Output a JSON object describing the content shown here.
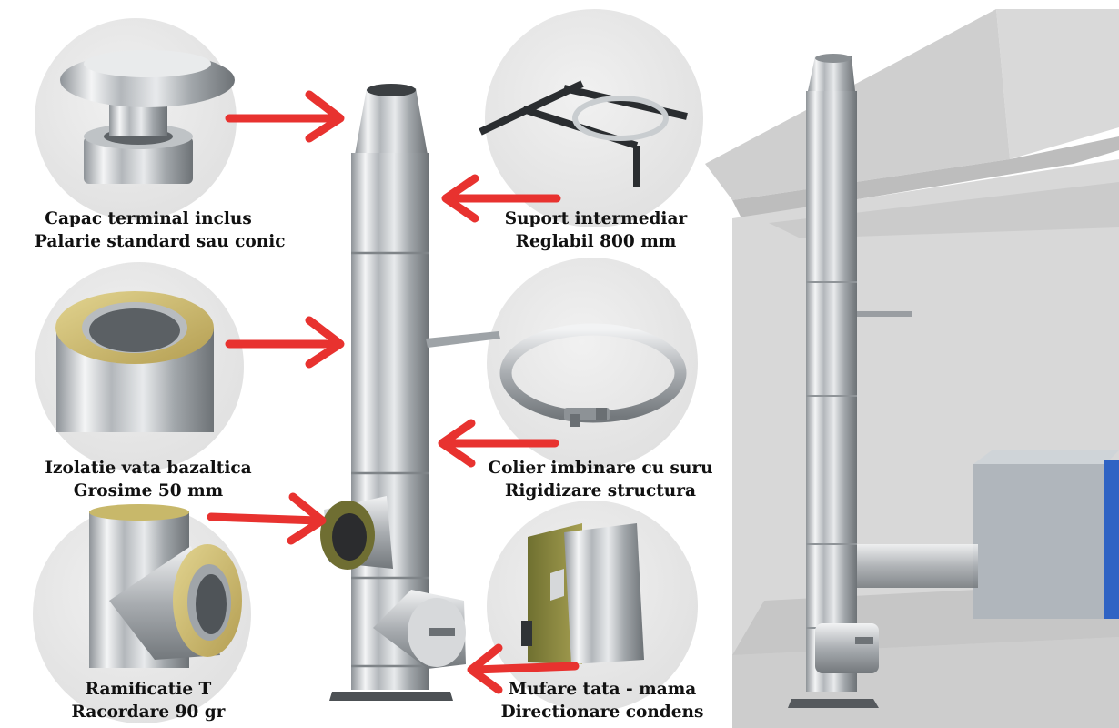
{
  "features": [
    {
      "title": "Capac terminal inclus",
      "subtitle": "Palarie standard sau conic"
    },
    {
      "title": "Izolatie vata bazaltica",
      "subtitle": "Grosime 50 mm"
    },
    {
      "title": "Ramificatie T",
      "subtitle": "Racordare 90 gr"
    },
    {
      "title": "Suport intermediar",
      "subtitle": "Reglabil 800 mm"
    },
    {
      "title": "Colier imbinare cu suru",
      "subtitle": "Rigidizare structura"
    },
    {
      "title": "Mufare tata - mama",
      "subtitle": "Directionare condens"
    }
  ],
  "colors": {
    "arrow": "#e8322f",
    "steel": "#c9cdd0",
    "insulation": "#c8b86a",
    "bracket": "#2a2d30",
    "wall": "#d6d6d6"
  }
}
